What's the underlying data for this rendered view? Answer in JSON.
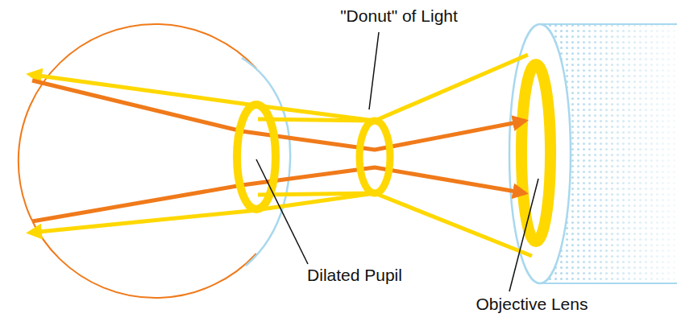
{
  "diagram": {
    "labels": [
      "\"Donut\" of Light",
      "Dilated Pupil",
      "Objective Lens"
    ]
  }
}
